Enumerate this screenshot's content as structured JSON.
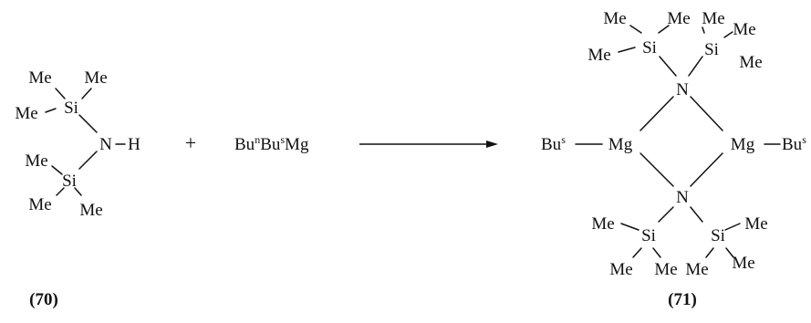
{
  "scheme": {
    "reactant": {
      "compound_label": "(70)",
      "atoms": {
        "me": "Me",
        "si": "Si",
        "n": "N",
        "h": "H"
      }
    },
    "plus_sign": "+",
    "reagent": {
      "bu": "Bu",
      "sup_n": "n",
      "sup_s": "s",
      "mg": "Mg"
    },
    "product": {
      "compound_label": "(71)",
      "atoms": {
        "me": "Me",
        "si": "Si",
        "n": "N",
        "mg": "Mg",
        "bu": "Bu",
        "sup_s": "s"
      }
    }
  }
}
